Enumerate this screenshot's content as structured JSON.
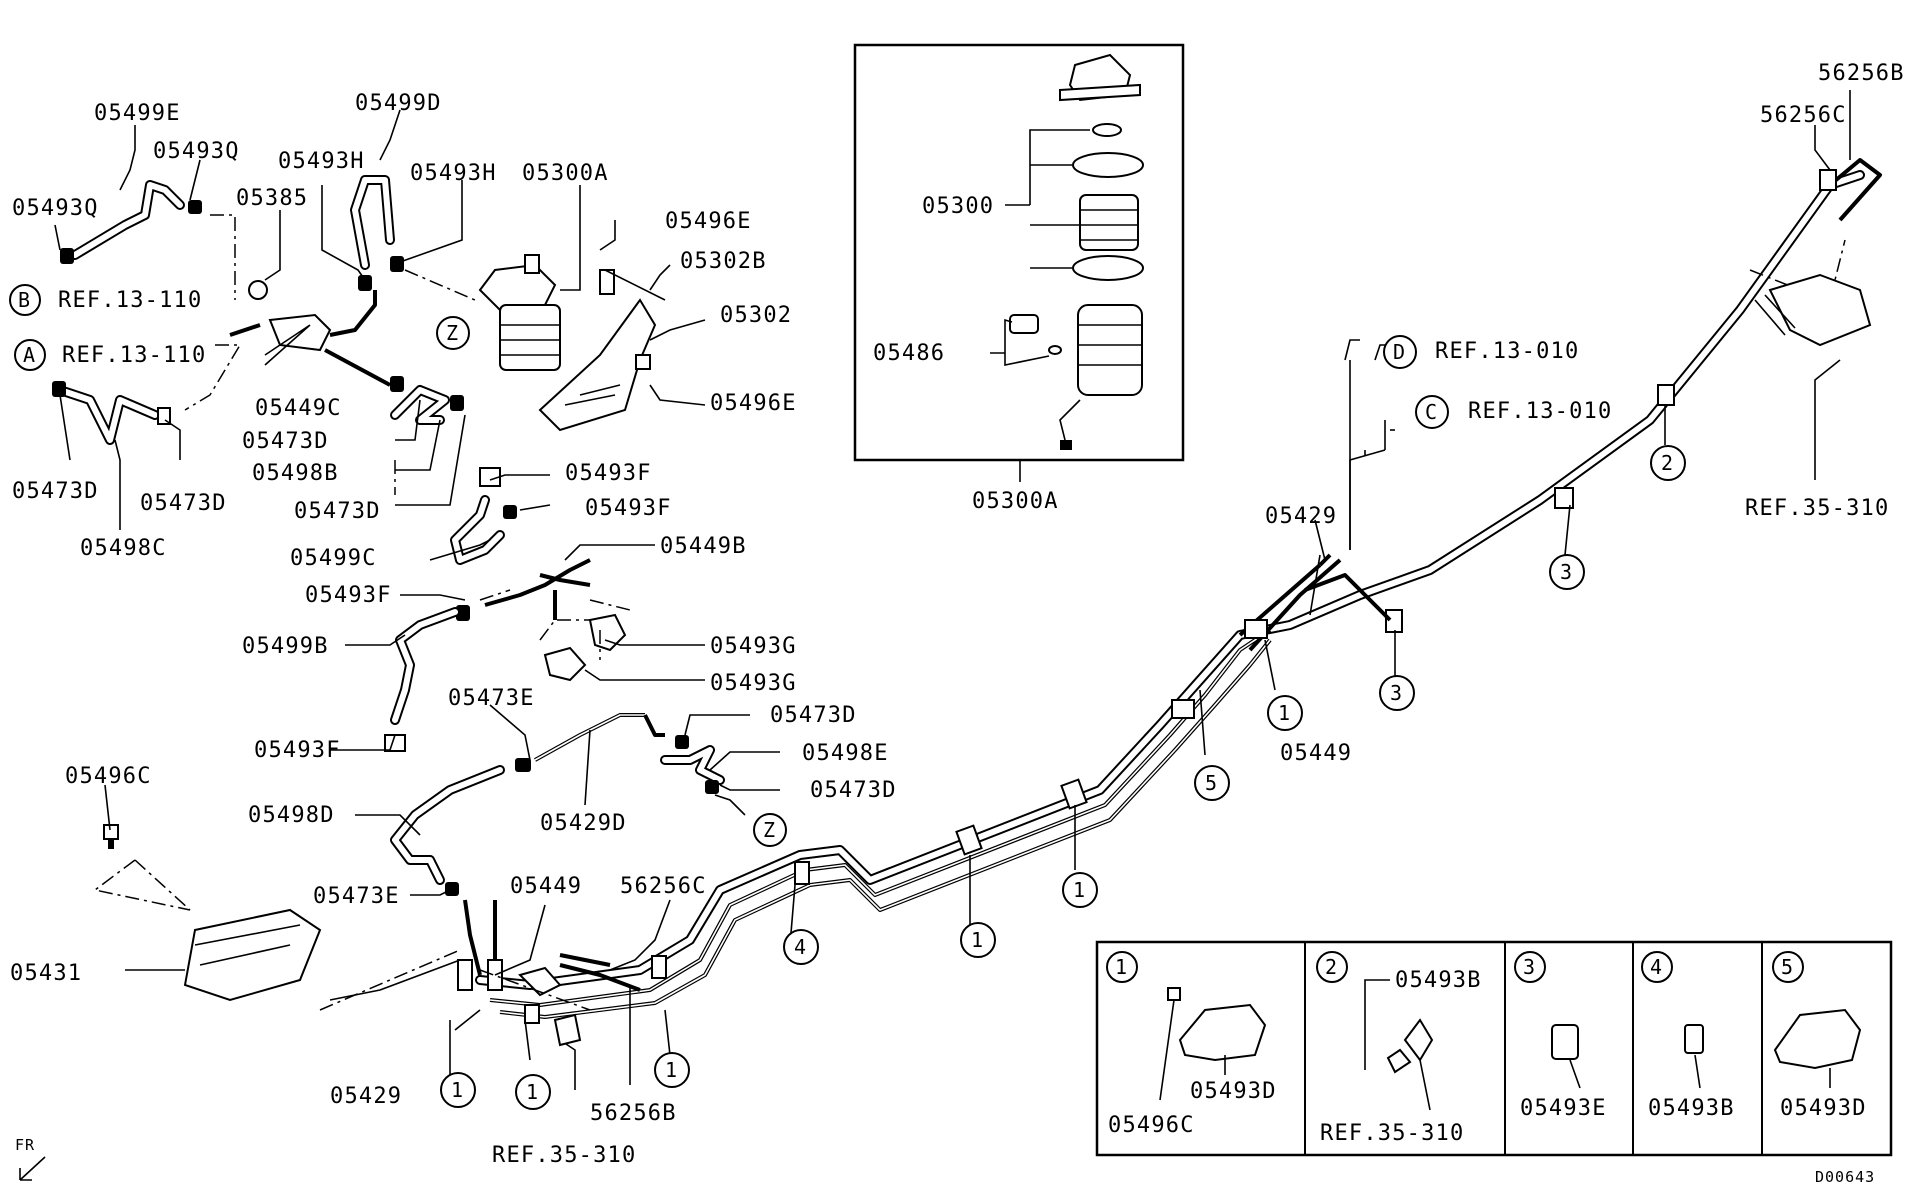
{
  "diagram": {
    "code": "D00643",
    "direction_label": "FR",
    "parts": {
      "p05499E": "05499E",
      "p05493Q_a": "05493Q",
      "p05493Q_b": "05493Q",
      "p05385": "05385",
      "p05493H_a": "05493H",
      "p05493H_b": "05493H",
      "p05499D": "05499D",
      "p05300A_top": "05300A",
      "p05496E_top": "05496E",
      "p05302B": "05302B",
      "p05302": "05302",
      "p05496E_mid": "05496E",
      "p05449C": "05449C",
      "p05473D_a": "05473D",
      "p05498B": "05498B",
      "p05473D_b": "05473D",
      "p05473D_c": "05473D",
      "p05473D_d": "05473D",
      "p05498C": "05498C",
      "p05493F_a": "05493F",
      "p05493F_b": "05493F",
      "p05499C": "05499C",
      "p05449B": "05449B",
      "p05493F_c": "05493F",
      "p05499B": "05499B",
      "p05493G_a": "05493G",
      "p05493G_b": "05493G",
      "p05473E_a": "05473E",
      "p05473D_e": "05473D",
      "p05498E": "05498E",
      "p05473D_f": "05473D",
      "p05493F_d": "05493F",
      "p05429D": "05429D",
      "p05498D": "05498D",
      "p05496C": "05496C",
      "p05473E_b": "05473E",
      "p05449_a": "05449",
      "p56256C_a": "56256C",
      "p05431": "05431",
      "p05429_a": "05429",
      "p56256B_a": "56256B",
      "p05300": "05300",
      "p05486": "05486",
      "p05300A_box": "05300A",
      "p05429_b": "05429",
      "p05449_b": "05449",
      "p56256B_b": "56256B",
      "p56256C_b": "56256C"
    },
    "refs": {
      "refB": "REF.13-110",
      "refA": "REF.13-110",
      "refD": "REF.13-010",
      "refC": "REF.13-010",
      "ref35a": "REF.35-310",
      "ref35b": "REF.35-310",
      "ref35c": "REF.35-310"
    },
    "callouts": {
      "A": "A",
      "B": "B",
      "C": "C",
      "D": "D",
      "Z": "Z",
      "one": "1",
      "two": "2",
      "three": "3",
      "four": "4",
      "five": "5"
    },
    "legend": [
      {
        "num": "1",
        "parts": [
          "05496C",
          "05493D"
        ]
      },
      {
        "num": "2",
        "parts": [
          "05493B",
          "REF.35-310"
        ]
      },
      {
        "num": "3",
        "parts": [
          "05493E"
        ]
      },
      {
        "num": "4",
        "parts": [
          "05493B"
        ]
      },
      {
        "num": "5",
        "parts": [
          "05493D"
        ]
      }
    ]
  }
}
